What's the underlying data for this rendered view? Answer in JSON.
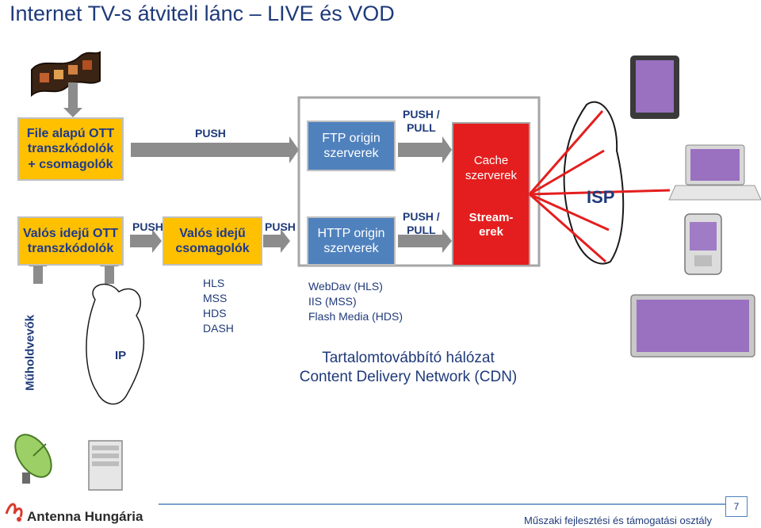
{
  "title": "Internet TV-s átviteli lánc – LIVE és VOD",
  "boxes": {
    "file_transcoders": [
      "File alapú OTT",
      "transzkódolók",
      "+ csomagolók"
    ],
    "live_transcoders": [
      "Valós idejű OTT",
      "transzkódolók"
    ],
    "live_packagers": [
      "Valós idejű",
      "csomagolók"
    ],
    "ftp_origin": [
      "FTP origin",
      "szerverek"
    ],
    "http_origin": [
      "HTTP origin",
      "szerverek"
    ],
    "cache": [
      "Cache",
      "szerverek"
    ],
    "streamers": [
      "Stream-",
      "erek"
    ]
  },
  "labels": {
    "push_top": "PUSH",
    "push_left": "PUSH",
    "push_mid": "PUSH",
    "push_pull_top": [
      "PUSH /",
      "PULL"
    ],
    "push_pull_bottom": [
      "PUSH /",
      "PULL"
    ],
    "isp": "ISP",
    "ip": "IP",
    "satellite_receivers": "Műholdvevők"
  },
  "formats": [
    "HLS",
    "MSS",
    "HDS",
    "DASH"
  ],
  "servers": [
    "WebDav (HLS)",
    "IIS (MSS)",
    "Flash Media (HDS)"
  ],
  "cdn": [
    "Tartalomtovábbító hálózat",
    "Content Delivery Network (CDN)"
  ],
  "footer": {
    "brand": "Antenna Hungária",
    "department": "Műszaki fejlesztési és támogatási osztály",
    "page": "7"
  },
  "colors": {
    "title": "#1f3a7a",
    "box_yellow": "#ffc000",
    "box_blue": "#4f81bd",
    "box_red": "#e41e1e",
    "arrow_gray": "#8c8c8c"
  }
}
